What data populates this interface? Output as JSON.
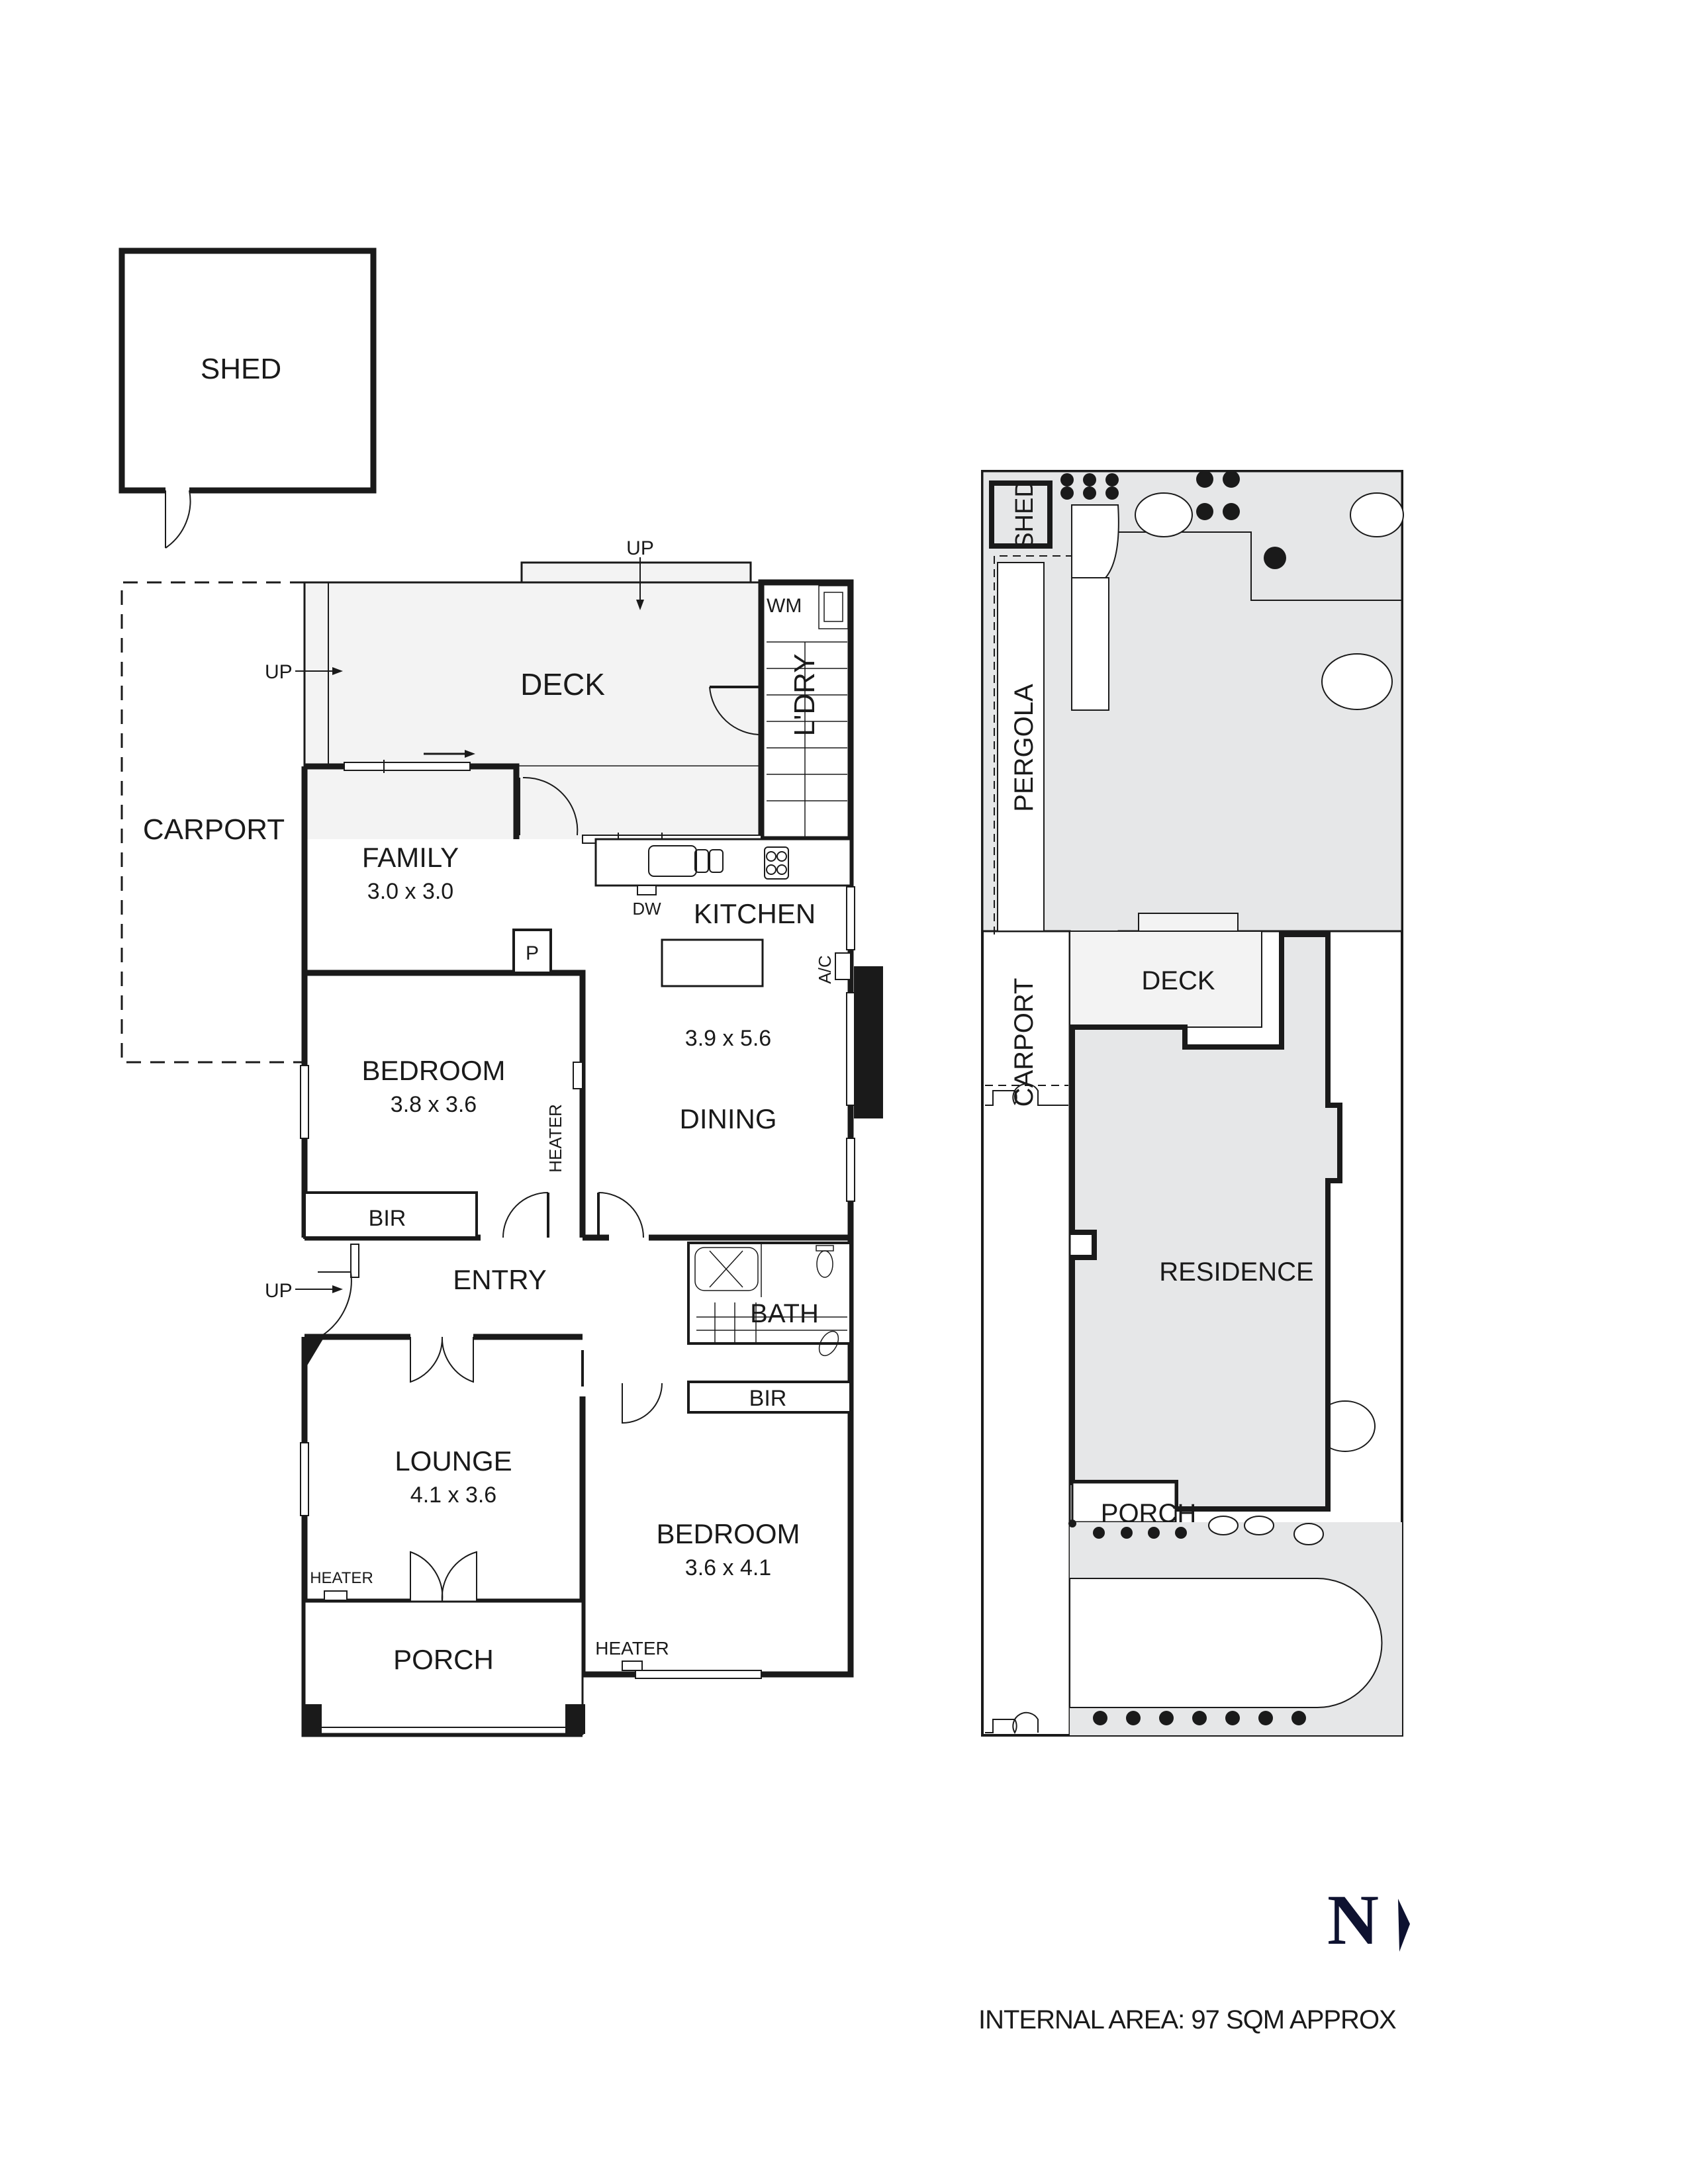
{
  "floorplan": {
    "shed": {
      "label": "SHED"
    },
    "carport": {
      "label": "CARPORT"
    },
    "deck": {
      "label": "DECK"
    },
    "up_top": {
      "label": "UP"
    },
    "up_left": {
      "label": "UP"
    },
    "up_entry": {
      "label": "UP"
    },
    "laundry": {
      "label": "L'DRY"
    },
    "washing_machine": {
      "label": "WM"
    },
    "family": {
      "label": "FAMILY",
      "dims": "3.0 x 3.0"
    },
    "kitchen": {
      "label": "KITCHEN",
      "dishwasher": "DW"
    },
    "pantry": {
      "label": "P"
    },
    "kitchen_dining": {
      "dims": "3.9 x 5.6",
      "label": "DINING",
      "ac": "A/C"
    },
    "bedroom1": {
      "label": "BEDROOM",
      "dims": "3.8 x 3.6",
      "bir": "BIR",
      "heater": "HEATER"
    },
    "entry": {
      "label": "ENTRY"
    },
    "bath": {
      "label": "BATH"
    },
    "lounge": {
      "label": "LOUNGE",
      "dims": "4.1 x 3.6",
      "heater": "HEATER"
    },
    "bedroom2": {
      "label": "BEDROOM",
      "dims": "3.6 x 4.1",
      "bir": "BIR",
      "heater": "HEATER"
    },
    "porch": {
      "label": "PORCH"
    }
  },
  "siteplan": {
    "shed": {
      "label": "SHED"
    },
    "pergola": {
      "label": "PERGOLA"
    },
    "carport": {
      "label": "CARPORT"
    },
    "deck": {
      "label": "DECK"
    },
    "residence": {
      "label": "RESIDENCE"
    },
    "porch": {
      "label": "PORCH"
    }
  },
  "compass": {
    "label": "N"
  },
  "footer": {
    "internal_area": "INTERNAL AREA:  97 SQM  APPROX"
  },
  "colors": {
    "wall": "#1a1a1a",
    "deck_fill": "#f3f3f3",
    "site_fill": "#e6e7e8",
    "north": "#0e1230"
  }
}
